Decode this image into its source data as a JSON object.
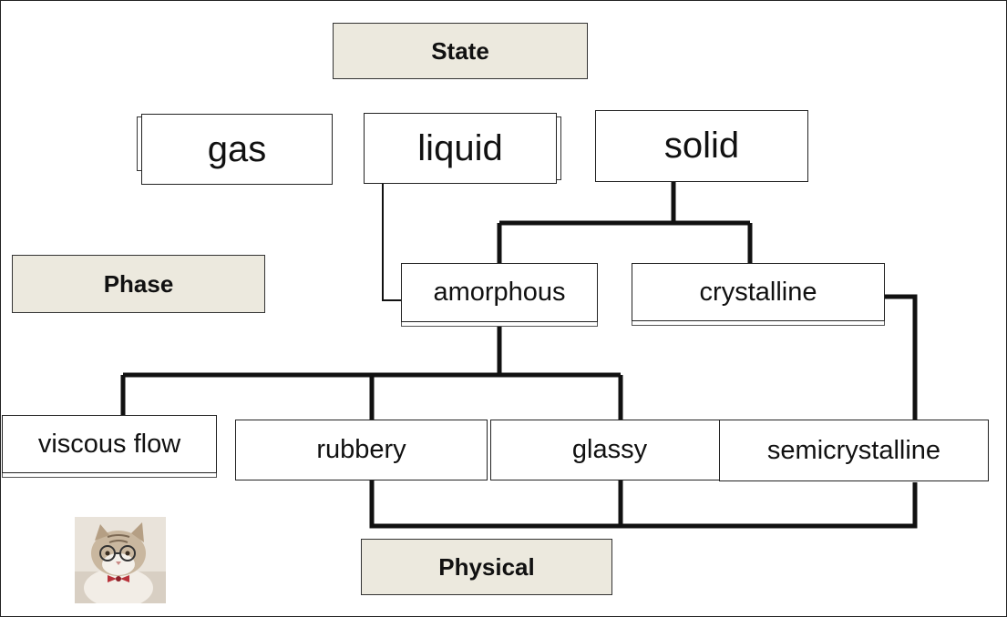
{
  "labels": {
    "state": "State",
    "phase": "Phase",
    "physical": "Physical"
  },
  "nodes": {
    "gas": "gas",
    "liquid": "liquid",
    "solid": "solid",
    "amorphous": "amorphous",
    "crystalline": "crystalline",
    "viscous_flow": "viscous flow",
    "rubbery": "rubbery",
    "glassy": "glassy",
    "semicrystalline": "semicrystalline"
  },
  "colors": {
    "label_fill": "#ece9de",
    "line": "#111111",
    "border": "#222222"
  },
  "image": {
    "icon": "cat-with-glasses-picture"
  }
}
